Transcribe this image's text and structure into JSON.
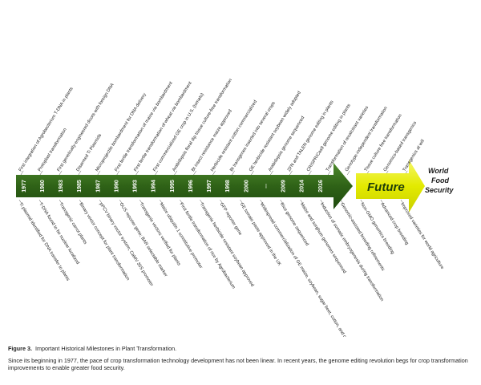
{
  "timeline": {
    "years": [
      "1977",
      "1980",
      "1983",
      "1985",
      "1987",
      "1990",
      "1993",
      "1994",
      "1995",
      "1996",
      "1997",
      "1998",
      "2000",
      "...",
      "2009",
      "2014",
      "2016"
    ],
    "future_label": "Future",
    "goal_lines": [
      "World",
      "Food",
      "Security"
    ],
    "top_events": [
      "First integration of Agrobacterium T-DNA in plants",
      "Protoplast transformation",
      "First genetically-engineered dicots with foreign DNA",
      "Disarmed Ti Plasmids",
      "Microprojectile bombardment for DNA delivery",
      "First fertile transformation of maize via bombardment",
      "First fertile transformation of wheat via bombardment",
      "First commercialized GE crop in U.S. (tomato)",
      "Arabidopsis floral dip tissue culture-free transformation",
      "Bt insect resistance maize approved",
      "Herbicide resistant cotton commercialized",
      "Bt transgenes inserted into several crops",
      "GE herbicide resistant soybean widely adopted",
      "Arabidopsis genome sequenced",
      "ZFN and TALEN genome editing in plants",
      "CRISPR/Cas9 genome editing in plants",
      "Transformation of recalcitrant varieties",
      "Genotype-independent transformation",
      "Tissue culture free transformation",
      "Genomics-based transgenics",
      "Transgenics at will"
    ],
    "bottom_events": [
      "Ti plasmid identified for DNA transfer to plants",
      "T-DNA found to be nuclear localized",
      "Transgenic carrot plants",
      "Binary vector concept for plant transformation",
      "pPCV binary vector system; CaMV 35S promoter",
      "GUS reporter gene; BAR selectable marker",
      "Transgenic vectors verified for plants",
      "Maize ubiquitin 1 constitutive promoter",
      "First fertile transformation of rice by Agrobacterium",
      "Transgenic herbicide resistant soybean approved",
      "GFP reporter gene",
      "GE tomato paste approved in the UK",
      "Widespread commercialization of GE maize, soybean, sugar beet, cotton, and canola",
      "Rice genome sequenced",
      "Maize and sorghum genomes sequenced",
      "Induction of somatic embryogenesis during transformation",
      "Genomic-assisted breeding refinements",
      "Non-GMO genomics breeding",
      "Advanced crop breeding",
      "Improved varieties for world agriculture"
    ]
  },
  "caption": {
    "figure_label": "Figure 3.",
    "title": "Important Historical Milestones in Plant Transformation.",
    "body": "Since its beginning in 1977, the pace of crop transformation technology development has not been linear. In recent years, the genome editing revolution begs for crop transformation improvements to enable greater food security."
  },
  "colors": {
    "arrow_green": "#2e5e16",
    "future_yellow": "#e6ec00",
    "future_text": "#1e3d0b"
  }
}
